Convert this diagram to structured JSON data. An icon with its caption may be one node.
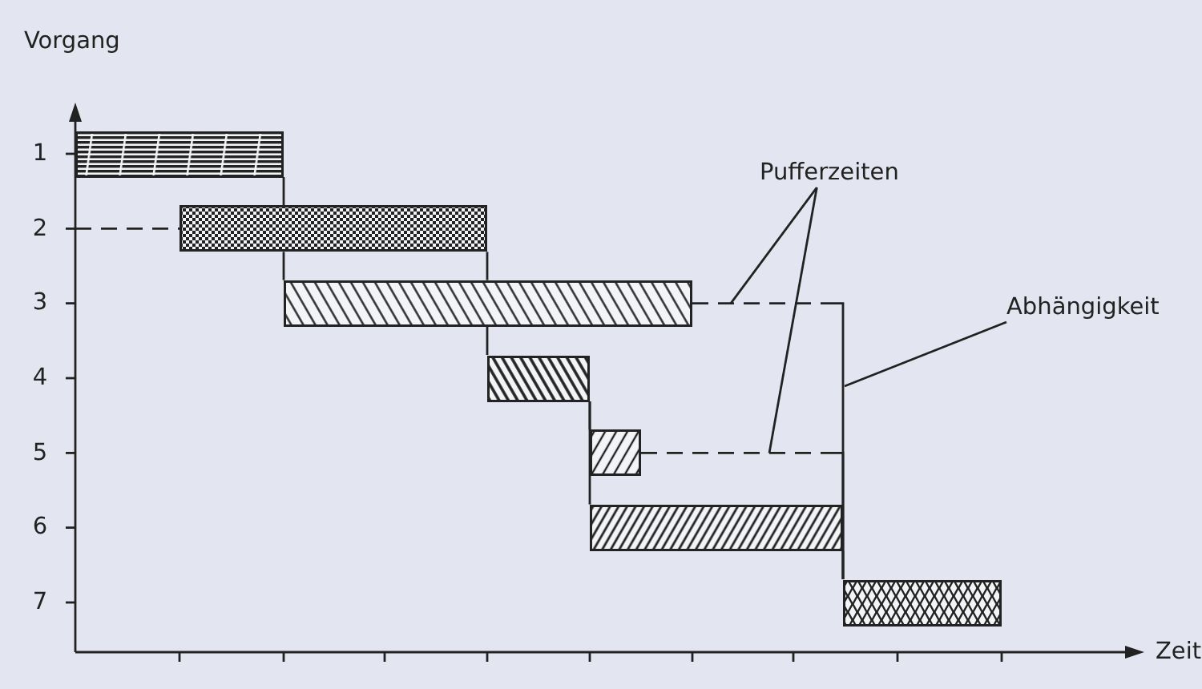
{
  "diagram": {
    "nodes": [
      {
        "text": [],
        "shape": "bar"
      },
      {
        "text": [],
        "shape": "bar"
      },
      {
        "text": [],
        "shape": "bar"
      },
      {
        "text": [],
        "shape": "bar"
      },
      {
        "text": [],
        "shape": "bar"
      },
      {
        "text": [],
        "shape": "bar"
      },
      {
        "text": [],
        "shape": "bar"
      },
      {
        "text": [
          "Pufferzeiten"
        ]
      },
      {
        "text": [
          "Abhängigkeit"
        ]
      }
    ],
    "edges": [
      {
        "from": 0,
        "to": 1,
        "arrow": "none"
      },
      {
        "from": 1,
        "to": 2,
        "arrow": "none"
      },
      {
        "from": 1,
        "to": 2,
        "arrow": "none"
      },
      {
        "from": 2,
        "to": 3,
        "arrow": "none"
      },
      {
        "from": 3,
        "to": 4,
        "arrow": "none"
      },
      {
        "from": 3,
        "to": 5,
        "arrow": "none"
      },
      {
        "from": 2,
        "to": 6,
        "arrow": "none",
        "style": "dashed"
      },
      {
        "from": 4,
        "to": 6,
        "arrow": "none",
        "style": "dashed"
      },
      {
        "from": 5,
        "to": 6,
        "arrow": "none"
      },
      {
        "from": null,
        "to": 1,
        "arrow": "none",
        "style": "dashed"
      },
      {
        "from": 7,
        "to": null,
        "arrow": "none"
      },
      {
        "from": 7,
        "to": null,
        "arrow": "none"
      },
      {
        "from": 8,
        "to": null,
        "arrow": "none"
      }
    ],
    "labels": [
      "Vorgang",
      "1",
      "2",
      "3",
      "4",
      "5",
      "6",
      "7",
      "Zeit"
    ]
  }
}
